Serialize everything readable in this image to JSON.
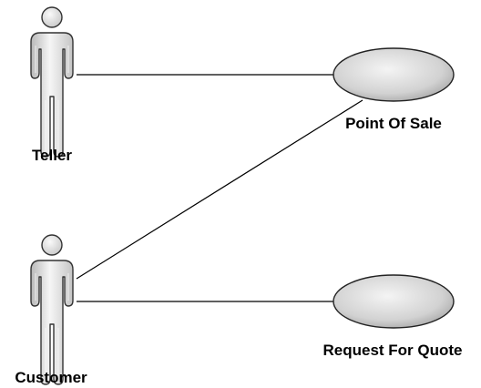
{
  "actors": [
    {
      "id": "teller",
      "label": "Teller"
    },
    {
      "id": "customer",
      "label": "Customer"
    }
  ],
  "use_cases": [
    {
      "id": "point-of-sale",
      "label": "Point Of Sale"
    },
    {
      "id": "request-for-quote",
      "label": "Request For Quote"
    }
  ],
  "associations": [
    {
      "from": "teller",
      "to": "point-of-sale"
    },
    {
      "from": "customer",
      "to": "point-of-sale"
    },
    {
      "from": "customer",
      "to": "request-for-quote"
    }
  ],
  "colors": {
    "actor_fill_light": "#f4f4f4",
    "actor_fill_dark": "#bdbdbd",
    "use_case_fill_light": "#f2f2f2",
    "use_case_fill_dark": "#a9a9a9",
    "outline": "#333333"
  }
}
